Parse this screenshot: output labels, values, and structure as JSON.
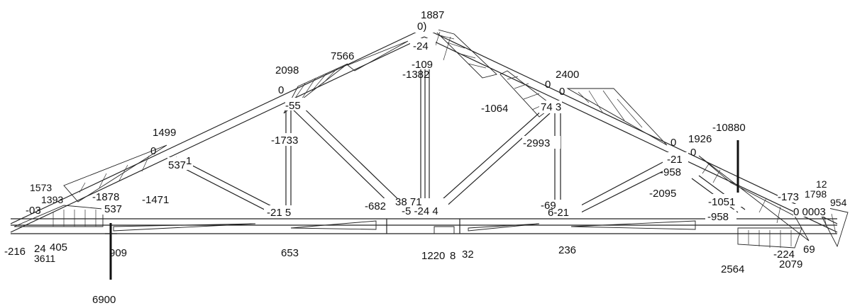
{
  "labels": {
    "apex_top": "1887",
    "apex_a": "0)",
    "apex_b": "-24",
    "apex_c": "-109",
    "apex_d": "-1382",
    "tc_left_peak": "7566",
    "left_node_top": "2098",
    "left_node_0": "0",
    "left_node_55": "-55",
    "right_node_top": "2400",
    "right_node_0a": "0",
    "right_node_0b": "0",
    "right_node_743": "74 3",
    "right_1064": "-1064",
    "web_left_v": "-1733",
    "web_right_v": "-2993",
    "left_mid_1499": "1499",
    "left_mid_0": "0",
    "left_mid_537": "537",
    "left_mid_1": "1",
    "left_low_1573": "1573",
    "left_low_1393": "1393",
    "left_low_1878": "-1878",
    "left_low_1471": "-1471",
    "left_low_03": "-03",
    "left_low_537": "537",
    "bot_left_21": "-21 5",
    "bot_center_682": "-682",
    "bot_center_38": "38 71",
    "bot_center_244": "-5 -24 4",
    "bot_right_69": "-69",
    "bot_right_621": "6-21",
    "right_mid_1926": "1926",
    "right_mid_0a": "0",
    "right_mid_0b": "0",
    "right_mid_21": "-21",
    "right_mid_958": "-958",
    "right_2095": "-2095",
    "right_1051": "-1051",
    "right_958b": "-958",
    "right_10880": "-10880",
    "right_173": "-173",
    "right_1798": "1798",
    "right_0003": "0 0003",
    "right_1954": "954",
    "right_12": "12",
    "left_end_216": "-216",
    "left_end_24": "24",
    "left_end_405": "405",
    "left_end_3611": "3611",
    "react_left_909": "909",
    "react_left_6900": "6900",
    "span_653": "653",
    "span_1220": "1220",
    "span_8": "8",
    "span_32": "32",
    "span_236": "236",
    "right_2564": "2564",
    "right_2079": "2079",
    "right_224": "-224",
    "right_69": "69"
  },
  "colors": {
    "line": "#222222",
    "background": "#ffffff"
  }
}
